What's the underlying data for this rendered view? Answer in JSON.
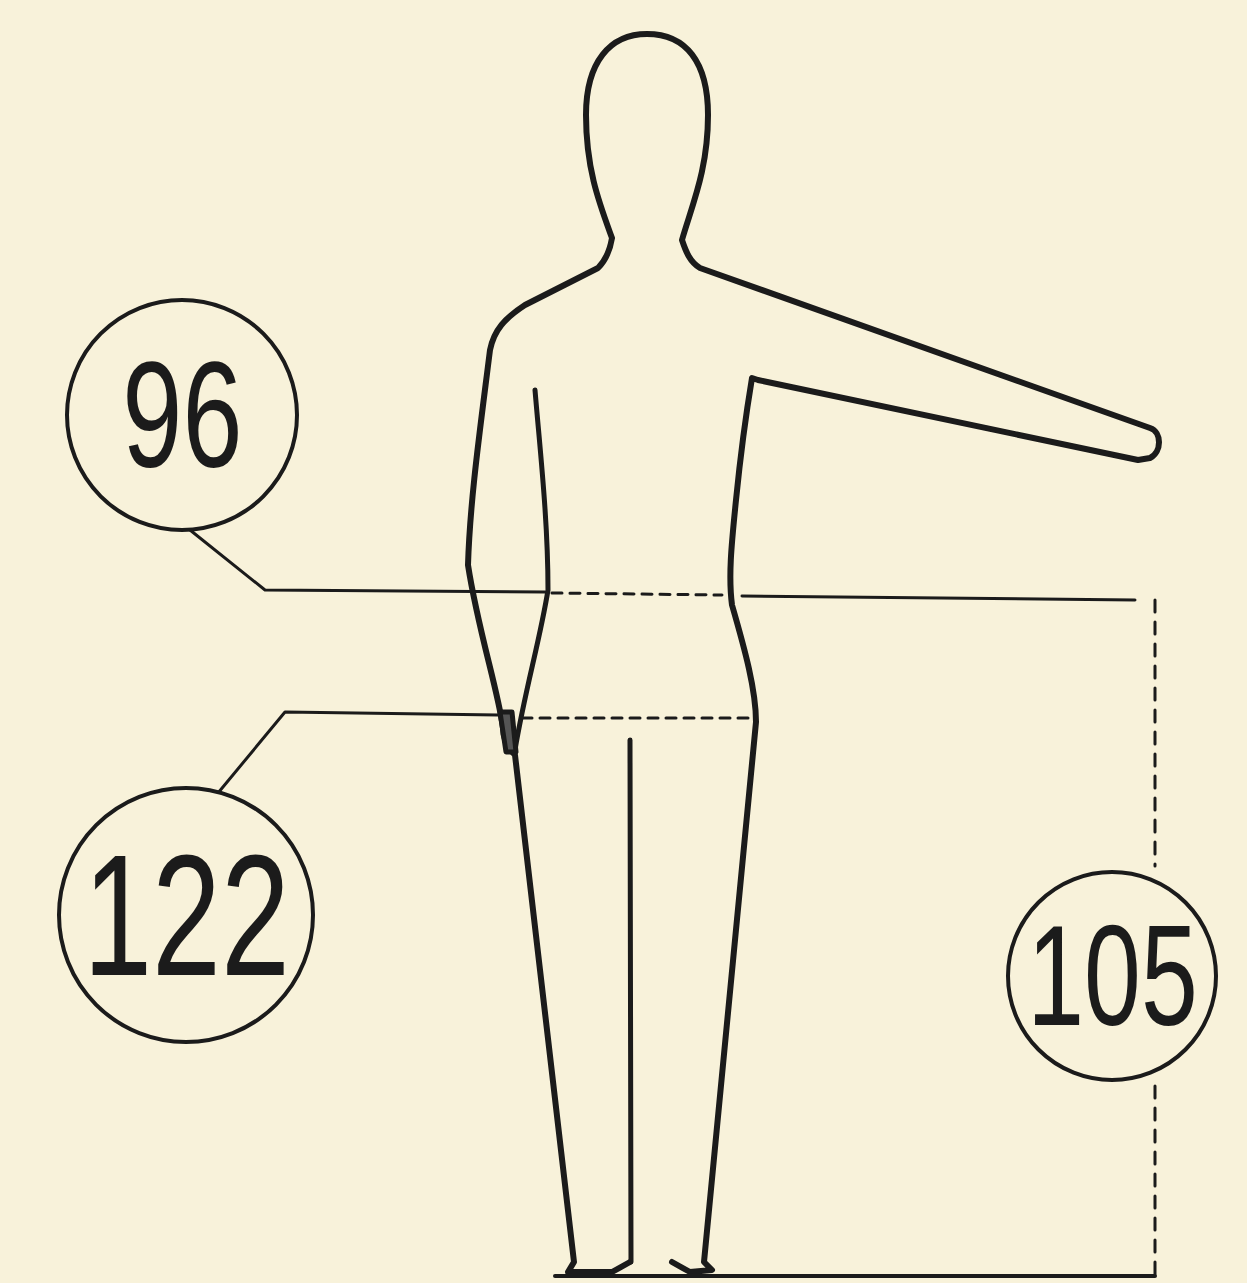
{
  "diagram": {
    "nodes": [
      {
        "text": [
          "96"
        ]
      },
      {
        "text": [
          "122"
        ]
      },
      {
        "text": [
          "105"
        ]
      }
    ]
  }
}
